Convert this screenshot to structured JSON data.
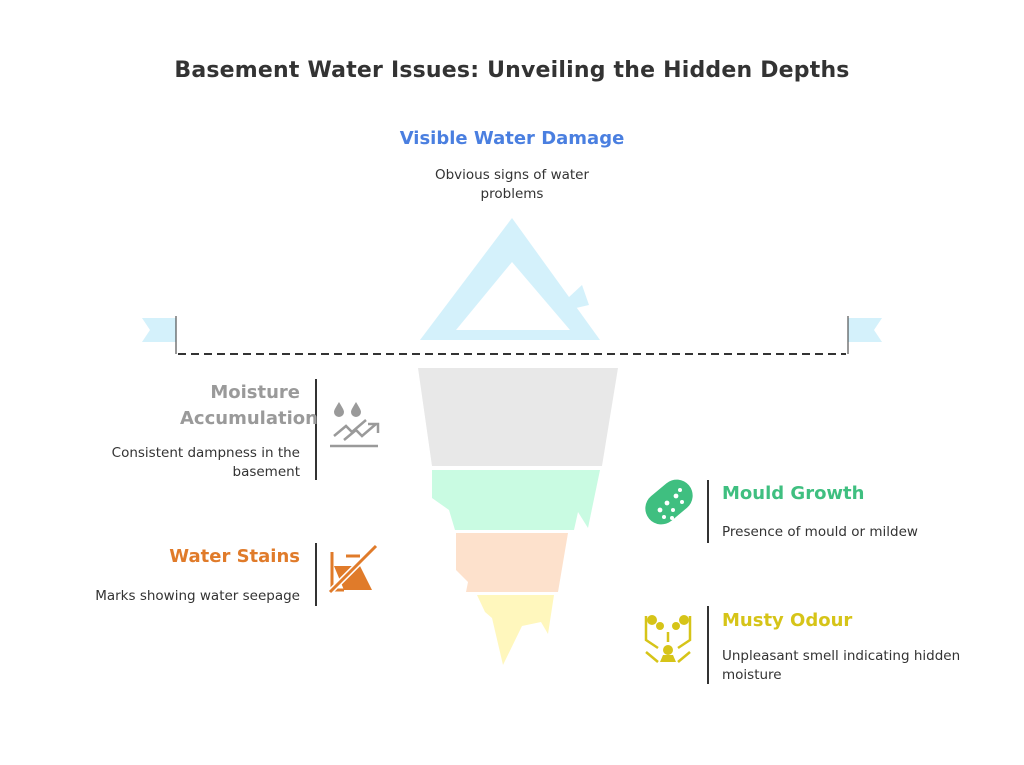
{
  "title": "Basement Water Issues: Unveiling the Hidden Depths",
  "colors": {
    "blue": "#4a7fe0",
    "gray": "#9a9a9a",
    "green": "#3fbf80",
    "orange": "#e07b2a",
    "yellow": "#d6c418",
    "ice_tip": "#d4f1fb",
    "layer_gray": "#e8e8e8",
    "layer_green": "#c9fbe2",
    "layer_orange": "#fde1cc",
    "layer_yellow": "#fff7bd"
  },
  "top": {
    "heading": "Visible Water Damage",
    "description": "Obvious signs of water problems"
  },
  "left": [
    {
      "heading": "Moisture Accumulation",
      "description": "Consistent dampness in the basement",
      "icon": "water-drops-trend-icon"
    },
    {
      "heading": "Water Stains",
      "description": "Marks showing water seepage",
      "icon": "crossed-out-stain-icon"
    }
  ],
  "right": [
    {
      "heading": "Mould Growth",
      "description": "Presence of mould or mildew",
      "icon": "mould-icon"
    },
    {
      "heading": "Musty Odour",
      "description": "Unpleasant smell indicating hidden moisture",
      "icon": "odour-icon"
    }
  ]
}
